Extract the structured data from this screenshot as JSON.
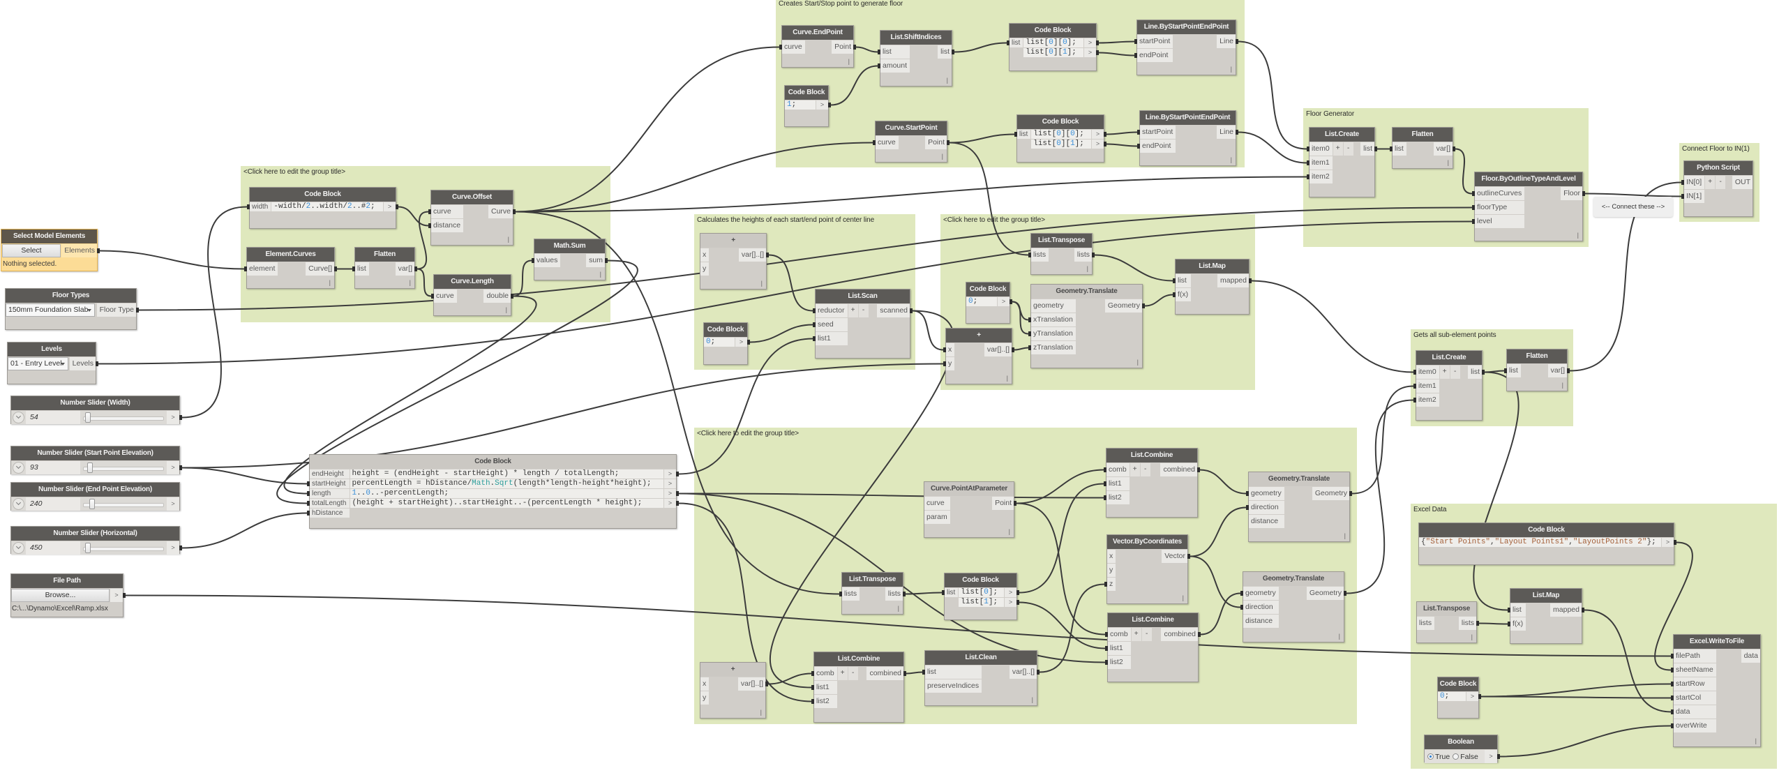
{
  "theme": {
    "canvas_background": "#ffffff",
    "group_fill": "#dfe8bd",
    "node_header": "#5c5a57",
    "node_header_light": "#cbc8c3",
    "node_body": "#d1cec9",
    "port_fill": "#eae9e6",
    "wire": "#3b3b3b",
    "warning_fill": "#fcdc96",
    "warning_border": "#e4b350",
    "code_number": "#3a8fd9",
    "code_string": "#a4603a",
    "code_function": "#2f9f9c",
    "radio_selected": "#2d7fd2"
  },
  "groups": {
    "curve_prep": {
      "title": "<Click here to edit the group title>"
    },
    "start_stop": {
      "title": "Creates Start/Stop point to generate floor"
    },
    "floor_generator": {
      "title": "Floor Generator"
    },
    "connect_floor": {
      "title": "Connect Floor to IN(1)"
    },
    "heights": {
      "title": "Calculates the heights of each start/end point of center line"
    },
    "start_translate": {
      "title": "<Click here to edit the group title>"
    },
    "layout_points": {
      "title": "<Click here to edit the group title>"
    },
    "sub_points": {
      "title": "Gets all sub-element points"
    },
    "excel_data": {
      "title": "Excel Data"
    }
  },
  "notes": {
    "connect_these": "<-- Connect these -->"
  },
  "nodes": {
    "select_model_elements": {
      "title": "Select Model Elements",
      "button": "Select",
      "outputs": [
        "Elements"
      ],
      "status": "Nothing selected."
    },
    "floor_types": {
      "title": "Floor Types",
      "selected": "150mm Foundation Slab",
      "outputs": [
        "Floor Type"
      ]
    },
    "levels": {
      "title": "Levels",
      "selected": "01 - Entry Level",
      "outputs": [
        "Levels"
      ]
    },
    "slider_width": {
      "title": "Number Slider (Width)",
      "value": "54",
      "thumb_position": 0.06,
      "outputs": [
        ">"
      ]
    },
    "slider_start_elevation": {
      "title": "Number Slider (Start Point Elevation)",
      "value": "93",
      "thumb_position": 0.09,
      "outputs": [
        ">"
      ]
    },
    "slider_end_elevation": {
      "title": "Number Slider (End Point Elevation)",
      "value": "240",
      "thumb_position": 0.11,
      "outputs": [
        ">"
      ]
    },
    "slider_horizontal": {
      "title": "Number Slider (Horizontal)",
      "value": "450",
      "thumb_position": 0.06,
      "outputs": [
        ">"
      ]
    },
    "file_path": {
      "title": "File Path",
      "button": "Browse...",
      "outputs": [
        ">"
      ],
      "path": "C:\\...\\Dynamo\\Excel\\Ramp.xlsx"
    },
    "cb_width": {
      "title": "Code Block",
      "inputs": [
        "width"
      ],
      "code": [
        "-width/2..width/2..#2;"
      ],
      "outputs": [
        ">"
      ]
    },
    "curve_offset": {
      "title": "Curve.Offset",
      "inputs": [
        "curve",
        "distance"
      ],
      "outputs": [
        "Curve"
      ],
      "lacing": "|"
    },
    "element_curves": {
      "title": "Element.Curves",
      "inputs": [
        "element"
      ],
      "outputs": [
        "Curve[]"
      ],
      "lacing": "|"
    },
    "flatten_curves": {
      "title": "Flatten",
      "inputs": [
        "list"
      ],
      "outputs": [
        "var[]"
      ],
      "lacing": "|"
    },
    "math_sum": {
      "title": "Math.Sum",
      "inputs": [
        "values"
      ],
      "outputs": [
        "sum"
      ],
      "lacing": "|"
    },
    "curve_length": {
      "title": "Curve.Length",
      "inputs": [
        "curve"
      ],
      "outputs": [
        "double"
      ],
      "lacing": "|"
    },
    "cb_heights": {
      "title": "Code Block",
      "inputs": [
        "endHeight",
        "startHeight",
        "length",
        "totalLength",
        "hDistance"
      ],
      "code": [
        "height = (endHeight - startHeight) * length / totalLength;",
        "percentLength = hDistance/Math.Sqrt(length*length-height*height);",
        "1..0..-percentLength;",
        "(height + startHeight)..startHeight..-(percentLength * height);"
      ],
      "outputs": [
        ">",
        ">",
        ">",
        ">"
      ]
    },
    "curve_endpoint": {
      "title": "Curve.EndPoint",
      "inputs": [
        "curve"
      ],
      "outputs": [
        "Point"
      ],
      "lacing": "|"
    },
    "list_shiftindices": {
      "title": "List.ShiftIndices",
      "inputs": [
        "list",
        "amount"
      ],
      "outputs": [
        "list"
      ],
      "lacing": "|"
    },
    "cb_shift_amount": {
      "title": "Code Block",
      "code": [
        "1;"
      ],
      "outputs": [
        ">"
      ]
    },
    "cb_end_pair": {
      "title": "Code Block",
      "inputs": [
        "list"
      ],
      "code": [
        "list[0][0];",
        "list[0][1];"
      ],
      "outputs": [
        ">",
        ">"
      ]
    },
    "line_end": {
      "title": "Line.ByStartPointEndPoint",
      "inputs": [
        "startPoint",
        "endPoint"
      ],
      "outputs": [
        "Line"
      ],
      "lacing": "|"
    },
    "curve_startpoint": {
      "title": "Curve.StartPoint",
      "inputs": [
        "curve"
      ],
      "outputs": [
        "Point"
      ],
      "lacing": "|"
    },
    "cb_start_pair": {
      "title": "Code Block",
      "inputs": [
        "list"
      ],
      "code": [
        "list[0][0];",
        "list[0][1];"
      ],
      "outputs": [
        ">",
        ">"
      ]
    },
    "line_start": {
      "title": "Line.ByStartPointEndPoint",
      "inputs": [
        "startPoint",
        "endPoint"
      ],
      "outputs": [
        "Line"
      ],
      "lacing": "|"
    },
    "list_create_outline": {
      "title": "List.Create",
      "inputs": [
        "item0",
        "item1",
        "item2"
      ],
      "outputs": [
        "list"
      ],
      "add": "+",
      "remove": "-"
    },
    "flatten_outline": {
      "title": "Flatten",
      "inputs": [
        "list"
      ],
      "outputs": [
        "var[]"
      ],
      "lacing": "|"
    },
    "floor_by_outline": {
      "title": "Floor.ByOutlineTypeAndLevel",
      "inputs": [
        "outlineCurves",
        "floorType",
        "level"
      ],
      "outputs": [
        "Floor"
      ],
      "lacing": "|"
    },
    "python_script": {
      "title": "Python Script",
      "inputs": [
        "IN[0]",
        "IN[1]"
      ],
      "outputs": [
        "OUT"
      ],
      "add": "+",
      "remove": "-"
    },
    "add_reductor": {
      "title": "+",
      "inputs": [
        "x",
        "y"
      ],
      "outputs": [
        "var[]..[]"
      ],
      "lacing": "|"
    },
    "list_scan": {
      "title": "List.Scan",
      "inputs": [
        "reductor",
        "seed",
        "list1"
      ],
      "outputs": [
        "scanned"
      ],
      "add": "+",
      "remove": "-"
    },
    "cb_seed": {
      "title": "Code Block",
      "code": [
        "0;"
      ],
      "outputs": [
        ">"
      ]
    },
    "list_transpose_start": {
      "title": "List.Transpose",
      "inputs": [
        "lists"
      ],
      "outputs": [
        "lists"
      ],
      "lacing": "|"
    },
    "list_map_start": {
      "title": "List.Map",
      "inputs": [
        "list",
        "f(x)"
      ],
      "outputs": [
        "mapped"
      ]
    },
    "cb_xy_zero": {
      "title": "Code Block",
      "code": [
        "0;"
      ],
      "outputs": [
        ">"
      ]
    },
    "translate_start": {
      "title": "Geometry.Translate",
      "inputs": [
        "geometry",
        "xTranslation",
        "yTranslation",
        "zTranslation"
      ],
      "outputs": [
        "Geometry"
      ],
      "lacing": "|"
    },
    "add_elevation": {
      "title": "+",
      "inputs": [
        "x",
        "y"
      ],
      "outputs": [
        "var[]..[]"
      ],
      "lacing": "|"
    },
    "point_at_parameter": {
      "title": "Curve.PointAtParameter",
      "inputs": [
        "curve",
        "param"
      ],
      "outputs": [
        "Point"
      ],
      "lacing": "|"
    },
    "list_combine_left": {
      "title": "List.Combine",
      "inputs": [
        "comb",
        "list1",
        "list2"
      ],
      "outputs": [
        "combined"
      ],
      "add": "+",
      "remove": "-"
    },
    "translate_left": {
      "title": "Geometry.Translate",
      "inputs": [
        "geometry",
        "direction",
        "distance"
      ],
      "outputs": [
        "Geometry"
      ],
      "lacing": "|"
    },
    "vector_by_coordinates": {
      "title": "Vector.ByCoordinates",
      "inputs": [
        "x",
        "y",
        "z"
      ],
      "outputs": [
        "Vector"
      ],
      "lacing": "|"
    },
    "translate_right": {
      "title": "Geometry.Translate",
      "inputs": [
        "geometry",
        "direction",
        "distance"
      ],
      "outputs": [
        "Geometry"
      ],
      "lacing": "|"
    },
    "list_combine_right": {
      "title": "List.Combine",
      "inputs": [
        "comb",
        "list1",
        "list2"
      ],
      "outputs": [
        "combined"
      ],
      "add": "+",
      "remove": "-"
    },
    "list_transpose_offsets": {
      "title": "List.Transpose",
      "inputs": [
        "lists"
      ],
      "outputs": [
        "lists"
      ],
      "lacing": "|"
    },
    "cb_split_sides": {
      "title": "Code Block",
      "inputs": [
        "list"
      ],
      "code": [
        "list[0];",
        "list[1];"
      ],
      "outputs": [
        ">",
        ">"
      ]
    },
    "list_clean": {
      "title": "List.Clean",
      "inputs": [
        "list",
        "preserveIndices"
      ],
      "outputs": [
        "var[]..[]"
      ],
      "lacing": "|"
    },
    "list_combine_heights": {
      "title": "List.Combine",
      "inputs": [
        "comb",
        "list1",
        "list2"
      ],
      "outputs": [
        "combined"
      ],
      "add": "+",
      "remove": "-"
    },
    "add_heights": {
      "title": "+",
      "inputs": [
        "x",
        "y"
      ],
      "outputs": [
        "var[]..[]"
      ],
      "lacing": "|"
    },
    "list_create_points": {
      "title": "List.Create",
      "inputs": [
        "item0",
        "item1",
        "item2"
      ],
      "outputs": [
        "list"
      ],
      "add": "+",
      "remove": "-"
    },
    "flatten_points": {
      "title": "Flatten",
      "inputs": [
        "list"
      ],
      "outputs": [
        "var[]"
      ],
      "lacing": "|"
    },
    "cb_sheet_names": {
      "title": "Code Block",
      "code": [
        "{\"Start Points\",\"Layout Points1\",\"LayoutPoints 2\"};"
      ],
      "outputs": [
        ">"
      ]
    },
    "list_transpose_excel": {
      "title": "List.Transpose",
      "inputs": [
        "lists"
      ],
      "outputs": [
        "lists"
      ],
      "lacing": "|"
    },
    "list_map_excel": {
      "title": "List.Map",
      "inputs": [
        "list",
        "f(x)"
      ],
      "outputs": [
        "mapped"
      ]
    },
    "excel_write": {
      "title": "Excel.WriteToFile",
      "inputs": [
        "filePath",
        "sheetName",
        "startRow",
        "startCol",
        "data",
        "overWrite"
      ],
      "outputs": [
        "data"
      ],
      "lacing": "|"
    },
    "cb_start_cell": {
      "title": "Code Block",
      "code": [
        "0;"
      ],
      "outputs": [
        ">"
      ]
    },
    "boolean_overwrite": {
      "title": "Boolean",
      "options": [
        "True",
        "False"
      ],
      "selected": "True",
      "outputs": [
        ">"
      ]
    }
  },
  "wires": [
    {
      "from": "select_model_elements.o0",
      "to": "element_curves.i0"
    },
    {
      "from": "floor_types.o0",
      "to": "floor_by_outline.i1"
    },
    {
      "from": "levels.o0",
      "to": "floor_by_outline.i2"
    },
    {
      "from": "slider_width.o0",
      "to": "cb_width.i0"
    },
    {
      "from": "slider_start_elevation.o0",
      "to": "cb_heights.i1"
    },
    {
      "from": "slider_start_elevation.o0",
      "to": "add_elevation.i1"
    },
    {
      "from": "slider_horizontal.o0",
      "to": "cb_heights.i4"
    },
    {
      "from": "file_path.o0",
      "to": "excel_write.i0"
    },
    {
      "from": "cb_width.o0",
      "to": "curve_offset.i1"
    },
    {
      "from": "element_curves.o0",
      "to": "flatten_curves.i0"
    },
    {
      "from": "flatten_curves.o0",
      "to": "curve_offset.i0"
    },
    {
      "from": "flatten_curves.o0",
      "to": "curve_length.i0"
    },
    {
      "from": "curve_length.o0",
      "to": "math_sum.i0"
    },
    {
      "from": "curve_length.o0",
      "to": "cb_heights.i2"
    },
    {
      "from": "math_sum.o0",
      "to": "cb_heights.i3"
    },
    {
      "from": "curve_offset.o0",
      "to": "curve_endpoint.i0"
    },
    {
      "from": "curve_offset.o0",
      "to": "curve_startpoint.i0"
    },
    {
      "from": "curve_offset.o0",
      "to": "list_create_outline.i2"
    },
    {
      "from": "curve_offset.o0",
      "to": "list_transpose_offsets.i0"
    },
    {
      "from": "curve_endpoint.o0",
      "to": "list_shiftindices.i0"
    },
    {
      "from": "cb_shift_amount.o0",
      "to": "list_shiftindices.i1"
    },
    {
      "from": "list_shiftindices.o0",
      "to": "cb_end_pair.i0"
    },
    {
      "from": "cb_end_pair.o0",
      "to": "line_end.i0"
    },
    {
      "from": "cb_end_pair.o1",
      "to": "line_end.i1"
    },
    {
      "from": "line_end.o0",
      "to": "list_create_outline.i0"
    },
    {
      "from": "curve_startpoint.o0",
      "to": "cb_start_pair.i0"
    },
    {
      "from": "curve_startpoint.o0",
      "to": "list_transpose_start.i0"
    },
    {
      "from": "cb_start_pair.o0",
      "to": "line_start.i0"
    },
    {
      "from": "cb_start_pair.o1",
      "to": "line_start.i1"
    },
    {
      "from": "line_start.o0",
      "to": "list_create_outline.i1"
    },
    {
      "from": "list_create_outline.o0",
      "to": "flatten_outline.i0"
    },
    {
      "from": "flatten_outline.o0",
      "to": "floor_by_outline.i0"
    },
    {
      "from": "floor_by_outline.o0",
      "to": "python_script.i1"
    },
    {
      "from": "add_reductor.o0",
      "to": "list_scan.i0"
    },
    {
      "from": "cb_seed.o0",
      "to": "list_scan.i1"
    },
    {
      "from": "cb_heights.o0",
      "to": "list_scan.i2"
    },
    {
      "from": "list_scan.o0",
      "to": "add_elevation.i0"
    },
    {
      "from": "list_scan.o0",
      "to": "list_combine_heights.i1"
    },
    {
      "from": "list_transpose_start.o0",
      "to": "list_map_start.i0"
    },
    {
      "from": "cb_xy_zero.o0",
      "to": "translate_start.i1"
    },
    {
      "from": "cb_xy_zero.o0",
      "to": "translate_start.i2"
    },
    {
      "from": "add_elevation.o0",
      "to": "translate_start.i3"
    },
    {
      "from": "translate_start.o0",
      "to": "list_map_start.i1"
    },
    {
      "from": "list_map_start.o0",
      "to": "list_create_points.i0"
    },
    {
      "from": "list_transpose_offsets.o0",
      "to": "cb_split_sides.i0"
    },
    {
      "from": "cb_split_sides.o0",
      "to": "list_combine_left.i1"
    },
    {
      "from": "cb_split_sides.o1",
      "to": "list_combine_right.i1"
    },
    {
      "from": "point_at_parameter.o0",
      "to": "list_combine_left.i0"
    },
    {
      "from": "point_at_parameter.o0",
      "to": "list_combine_right.i0"
    },
    {
      "from": "cb_heights.o2",
      "to": "list_combine_left.i2"
    },
    {
      "from": "cb_heights.o2",
      "to": "list_combine_right.i2"
    },
    {
      "from": "cb_heights.o3",
      "to": "list_combine_heights.i2"
    },
    {
      "from": "add_heights.o0",
      "to": "list_combine_heights.i0"
    },
    {
      "from": "list_combine_heights.o0",
      "to": "list_clean.i0"
    },
    {
      "from": "list_clean.o0",
      "to": "vector_by_coordinates.i2"
    },
    {
      "from": "vector_by_coordinates.o0",
      "to": "translate_left.i1"
    },
    {
      "from": "vector_by_coordinates.o0",
      "to": "translate_right.i1"
    },
    {
      "from": "list_combine_left.o0",
      "to": "translate_left.i0"
    },
    {
      "from": "list_combine_right.o0",
      "to": "translate_right.i0"
    },
    {
      "from": "translate_left.o0",
      "to": "list_create_points.i1"
    },
    {
      "from": "translate_right.o0",
      "to": "list_create_points.i2"
    },
    {
      "from": "list_create_points.o0",
      "to": "flatten_points.i0"
    },
    {
      "from": "list_create_points.o0",
      "to": "list_map_excel.i0"
    },
    {
      "from": "flatten_points.o0",
      "to": "python_script.i0"
    },
    {
      "from": "cb_sheet_names.o0",
      "to": "excel_write.i1"
    },
    {
      "from": "list_transpose_excel.o0",
      "to": "list_map_excel.i1"
    },
    {
      "from": "list_map_excel.o0",
      "to": "excel_write.i4"
    },
    {
      "from": "cb_start_cell.o0",
      "to": "excel_write.i2"
    },
    {
      "from": "cb_start_cell.o0",
      "to": "excel_write.i3"
    },
    {
      "from": "boolean_overwrite.o0",
      "to": "excel_write.i5"
    }
  ]
}
